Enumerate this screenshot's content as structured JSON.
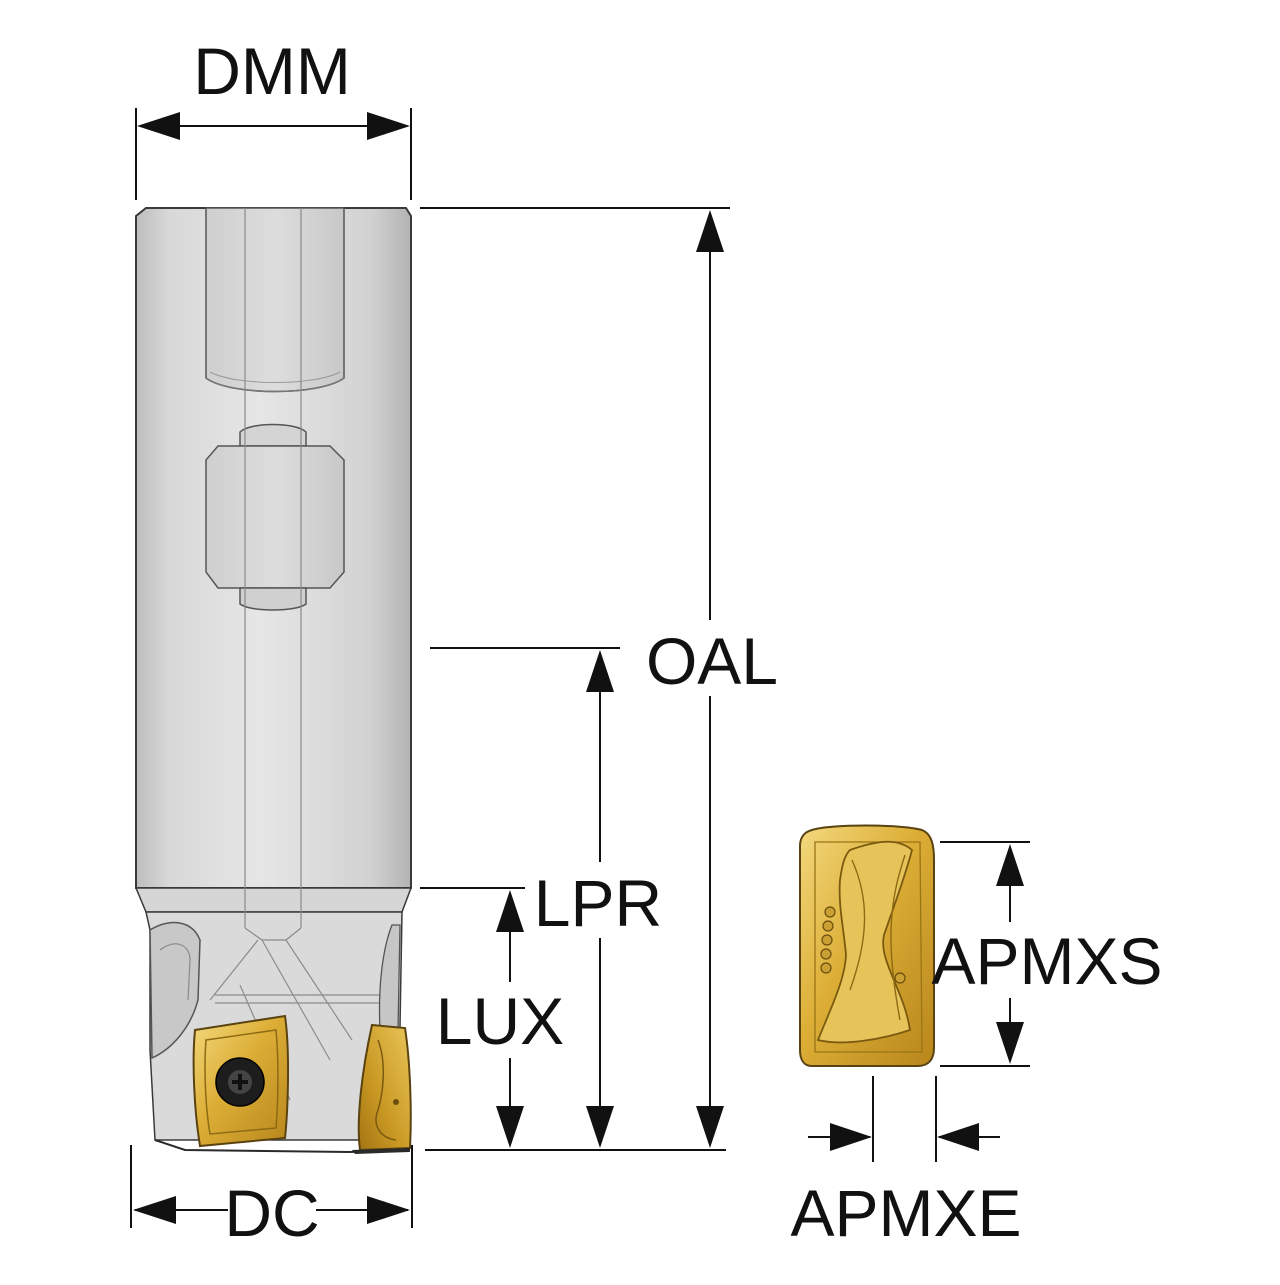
{
  "labels": {
    "dmm": "DMM",
    "oal": "OAL",
    "lpr": "LPR",
    "lux": "LUX",
    "dc": "DC",
    "apmxs": "APMXS",
    "apmxe": "APMXE"
  },
  "colors": {
    "body_light": "#e4e4e4",
    "body_mid": "#cfcfcf",
    "body_dark": "#a9a9a9",
    "outline": "#3a3a3a",
    "insert_gold": "#d9a92e",
    "insert_light": "#f1d27a",
    "insert_dark": "#a87a16",
    "dimension": "#111111"
  }
}
